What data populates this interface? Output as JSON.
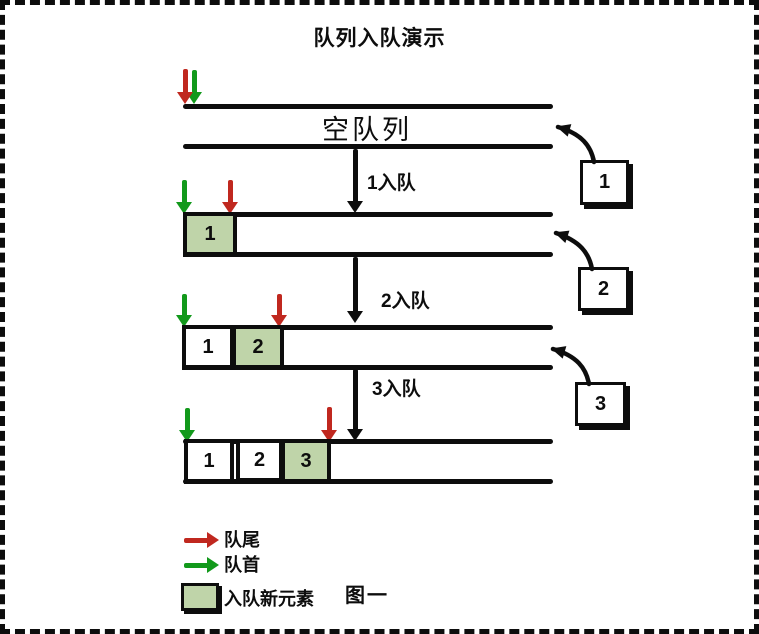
{
  "title": "队列入队演示",
  "caption": "图一",
  "empty_queue_label": "空队列",
  "steps": [
    {
      "label": "1入队",
      "incoming_value": "1"
    },
    {
      "label": "2入队",
      "incoming_value": "2"
    },
    {
      "label": "3入队",
      "incoming_value": "3"
    }
  ],
  "rows": [
    {
      "elements": []
    },
    {
      "elements": [
        {
          "value": "1",
          "is_new": true
        }
      ]
    },
    {
      "elements": [
        {
          "value": "1",
          "is_new": false
        },
        {
          "value": "2",
          "is_new": true
        }
      ]
    },
    {
      "elements": [
        {
          "value": "1",
          "is_new": false
        },
        {
          "value": "2",
          "is_new": false
        },
        {
          "value": "3",
          "is_new": true
        }
      ]
    }
  ],
  "legend": [
    {
      "symbol": "red-arrow",
      "label": "队尾"
    },
    {
      "symbol": "green-arrow",
      "label": "队首"
    },
    {
      "symbol": "green-box",
      "label": "入队新元素"
    }
  ],
  "colors": {
    "tail_arrow": "#c0281f",
    "head_arrow": "#12991b",
    "new_element_fill": "#bfd4a9",
    "stroke": "#0d0d0d"
  }
}
